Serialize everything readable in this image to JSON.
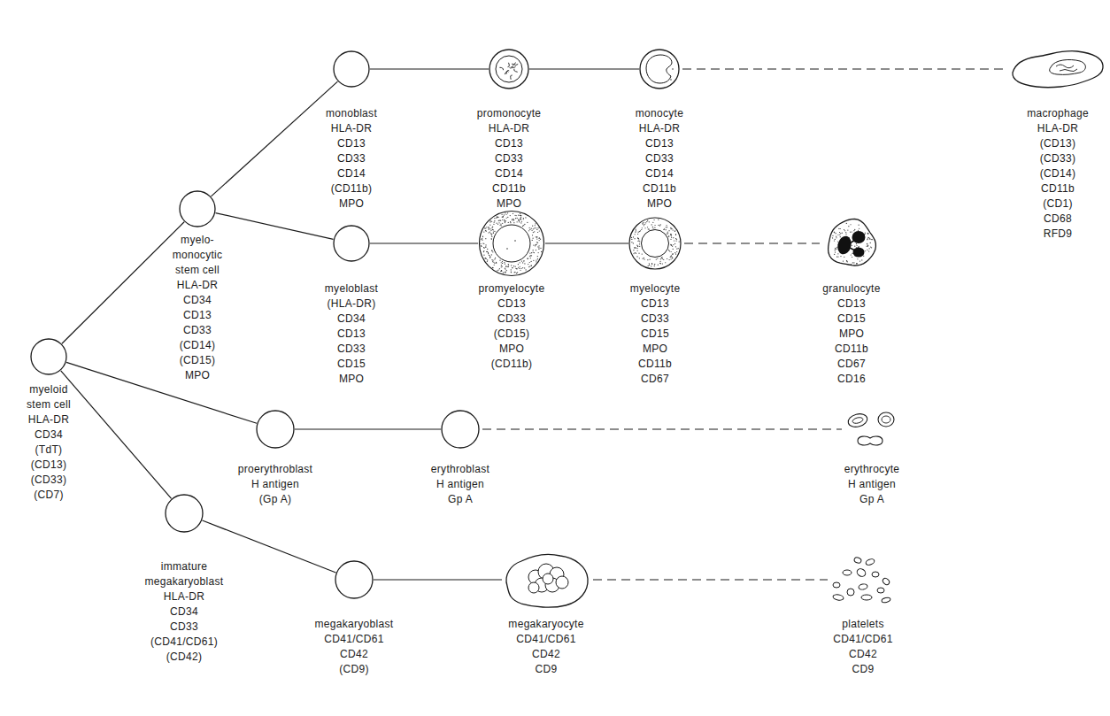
{
  "diagram": {
    "nodes": [
      {
        "text": [
          "myeloid stem cell",
          "HLA-DR",
          "CD34",
          "(TdT)",
          "(CD13)",
          "(CD33)",
          "(CD7)"
        ]
      },
      {
        "text": [
          "myelo- monocytic stem cell",
          "HLA-DR",
          "CD34",
          "CD13",
          "CD33",
          "(CD14)",
          "(CD15)",
          "MPO"
        ]
      },
      {
        "text": [
          "monoblast",
          "HLA-DR",
          "CD13",
          "CD33",
          "CD14",
          "(CD11b)",
          "MPO"
        ]
      },
      {
        "text": [
          "promonocyte",
          "HLA-DR",
          "CD13",
          "CD33",
          "CD14",
          "CD11b",
          "MPO"
        ]
      },
      {
        "text": [
          "monocyte",
          "HLA-DR",
          "CD13",
          "CD33",
          "CD14",
          "CD11b",
          "MPO"
        ]
      },
      {
        "text": [
          "macrophage",
          "HLA-DR",
          "(CD13)",
          "(CD33)",
          "(CD14)",
          "CD11b",
          "(CD1)",
          "CD68",
          "RFD9"
        ]
      },
      {
        "text": [
          "myeloblast",
          "(HLA-DR)",
          "CD34",
          "CD13",
          "CD33",
          "CD15",
          "MPO"
        ]
      },
      {
        "text": [
          "promyelocyte",
          "CD13",
          "CD33",
          "(CD15)",
          "MPO",
          "(CD11b)"
        ]
      },
      {
        "text": [
          "myelocyte",
          "CD13",
          "CD33",
          "CD15",
          "MPO",
          "CD11b",
          "CD67"
        ]
      },
      {
        "text": [
          "granulocyte",
          "CD13",
          "CD15",
          "MPO",
          "CD11b",
          "CD67",
          "CD16"
        ]
      },
      {
        "text": [
          "proerythroblast",
          "H antigen",
          "(Gp A)"
        ]
      },
      {
        "text": [
          "erythroblast",
          "H antigen",
          "Gp A"
        ]
      },
      {
        "text": [
          "erythrocyte",
          "H antigen",
          "Gp A"
        ]
      },
      {
        "text": [
          "immature megakaryoblast",
          "HLA-DR",
          "CD34",
          "CD33",
          "(CD41/CD61)",
          "(CD42)"
        ]
      },
      {
        "text": [
          "megakaryoblast",
          "CD41/CD61",
          "CD42",
          "(CD9)"
        ]
      },
      {
        "text": [
          "megakaryocyte",
          "CD41/CD61",
          "CD42",
          "CD9"
        ]
      },
      {
        "text": [
          "platelets",
          "CD41/CD61",
          "CD42",
          "CD9"
        ]
      }
    ],
    "edges": [
      {
        "from": 0,
        "to": 1,
        "arrow": "none"
      },
      {
        "from": 0,
        "to": 10,
        "arrow": "none"
      },
      {
        "from": 0,
        "to": 13,
        "arrow": "none"
      },
      {
        "from": 1,
        "to": 2,
        "arrow": "none"
      },
      {
        "from": 1,
        "to": 6,
        "arrow": "none"
      },
      {
        "from": 2,
        "to": 3,
        "arrow": "none"
      },
      {
        "from": 3,
        "to": 4,
        "arrow": "none"
      },
      {
        "from": 4,
        "to": 5,
        "arrow": "none"
      },
      {
        "from": 6,
        "to": 7,
        "arrow": "none"
      },
      {
        "from": 7,
        "to": 8,
        "arrow": "none"
      },
      {
        "from": 8,
        "to": 9,
        "arrow": "none"
      },
      {
        "from": 10,
        "to": 11,
        "arrow": "none"
      },
      {
        "from": 11,
        "to": 12,
        "arrow": "none"
      },
      {
        "from": 13,
        "to": 14,
        "arrow": "none"
      },
      {
        "from": 14,
        "to": 15,
        "arrow": "none"
      },
      {
        "from": 15,
        "to": 16,
        "arrow": "none"
      }
    ]
  }
}
